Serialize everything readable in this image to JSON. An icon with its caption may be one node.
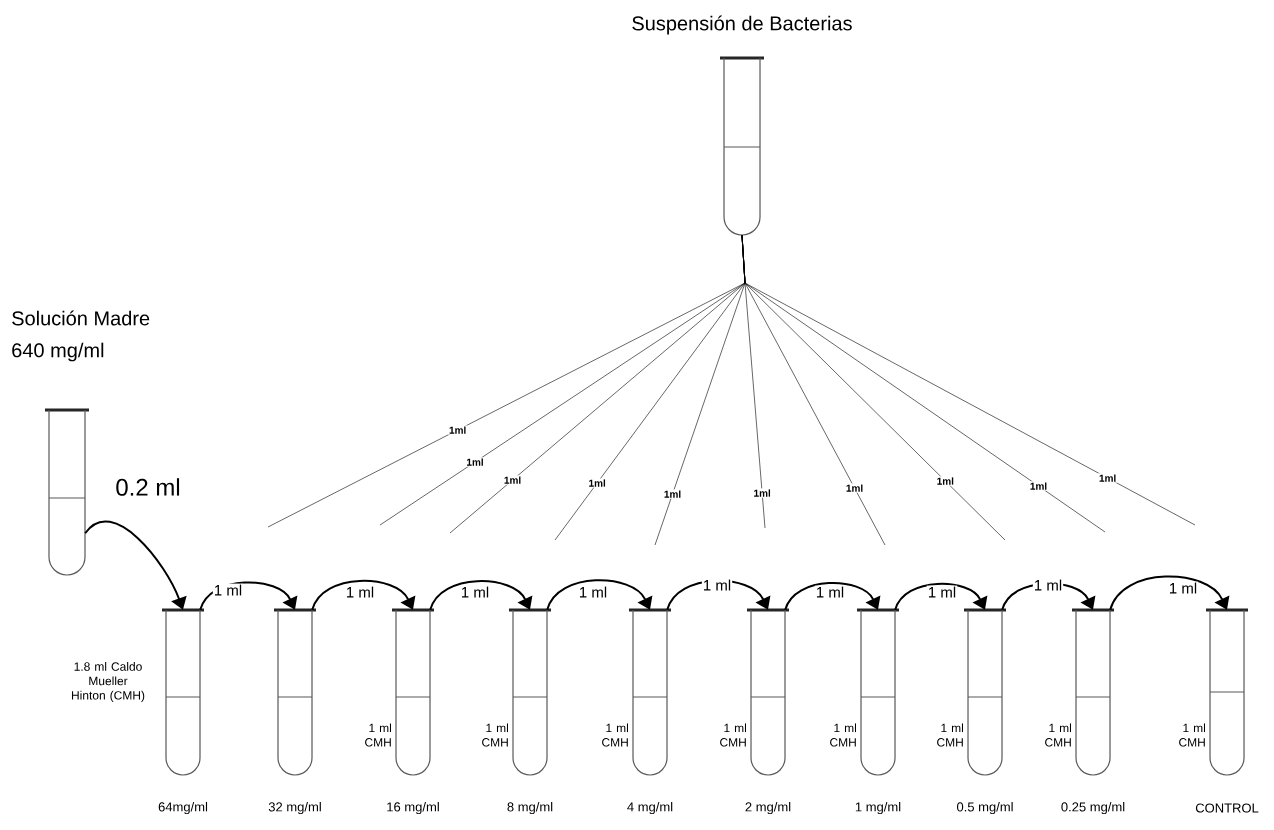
{
  "diagram": {
    "nodes": [
      {
        "text": [
          "Suspensión de Bacterias"
        ]
      },
      {
        "text": [
          "Solución Madre",
          "640 mg/ml"
        ]
      },
      {
        "text": [],
        "shape": "tube",
        "beside": [
          "1.8 ml Caldo Mueller Hinton (CMH)",
          "64mg/ml"
        ]
      },
      {
        "text": [],
        "shape": "tube",
        "beside": [
          "32 mg/ml"
        ]
      },
      {
        "text": [],
        "shape": "tube",
        "beside": [
          "1 ml CMH",
          "16 mg/ml"
        ]
      },
      {
        "text": [],
        "shape": "tube",
        "beside": [
          "1 ml CMH",
          "8 mg/ml"
        ]
      },
      {
        "text": [],
        "shape": "tube",
        "beside": [
          "1 ml CMH",
          "4 mg/ml"
        ]
      },
      {
        "text": [],
        "shape": "tube",
        "beside": [
          "1 ml CMH",
          "2 mg/ml"
        ]
      },
      {
        "text": [],
        "shape": "tube",
        "beside": [
          "1 ml CMH",
          "1 mg/ml"
        ]
      },
      {
        "text": [],
        "shape": "tube",
        "beside": [
          "1 ml CMH",
          "0.5 mg/ml"
        ]
      },
      {
        "text": [],
        "shape": "tube",
        "beside": [
          "1 ml CMH",
          "0.25 mg/ml"
        ]
      },
      {
        "text": [],
        "shape": "tube",
        "beside": [
          "1 ml CMH",
          "CONTROL"
        ]
      }
    ],
    "edges": [
      {
        "from": 0,
        "to": null,
        "arrow": "none",
        "label": "1ml"
      },
      {
        "from": 0,
        "to": null,
        "arrow": "none",
        "label": "1ml"
      },
      {
        "from": 0,
        "to": null,
        "arrow": "none",
        "label": "1ml"
      },
      {
        "from": 0,
        "to": null,
        "arrow": "none",
        "label": "1ml"
      },
      {
        "from": 0,
        "to": null,
        "arrow": "none",
        "label": "1ml"
      },
      {
        "from": 0,
        "to": null,
        "arrow": "none",
        "label": "1ml"
      },
      {
        "from": 0,
        "to": null,
        "arrow": "none",
        "label": "1ml"
      },
      {
        "from": 0,
        "to": null,
        "arrow": "none",
        "label": "1ml"
      },
      {
        "from": 0,
        "to": null,
        "arrow": "none",
        "label": "1ml"
      },
      {
        "from": 0,
        "to": null,
        "arrow": "none",
        "label": "1ml"
      },
      {
        "from": 1,
        "to": 2,
        "arrow": "to",
        "label": "0.2 ml"
      },
      {
        "from": 2,
        "to": 3,
        "arrow": "to",
        "label": "1 ml"
      },
      {
        "from": 3,
        "to": 4,
        "arrow": "to",
        "label": "1 ml"
      },
      {
        "from": 4,
        "to": 5,
        "arrow": "to",
        "label": "1 ml"
      },
      {
        "from": 5,
        "to": 6,
        "arrow": "to",
        "label": "1 ml"
      },
      {
        "from": 6,
        "to": 7,
        "arrow": "to",
        "label": "1 ml"
      },
      {
        "from": 7,
        "to": 8,
        "arrow": "to",
        "label": "1 ml"
      },
      {
        "from": 8,
        "to": 9,
        "arrow": "to",
        "label": "1 ml"
      },
      {
        "from": 9,
        "to": 10,
        "arrow": "to",
        "label": "1 ml"
      },
      {
        "from": 10,
        "to": 11,
        "arrow": "to",
        "label": "1 ml"
      }
    ]
  }
}
